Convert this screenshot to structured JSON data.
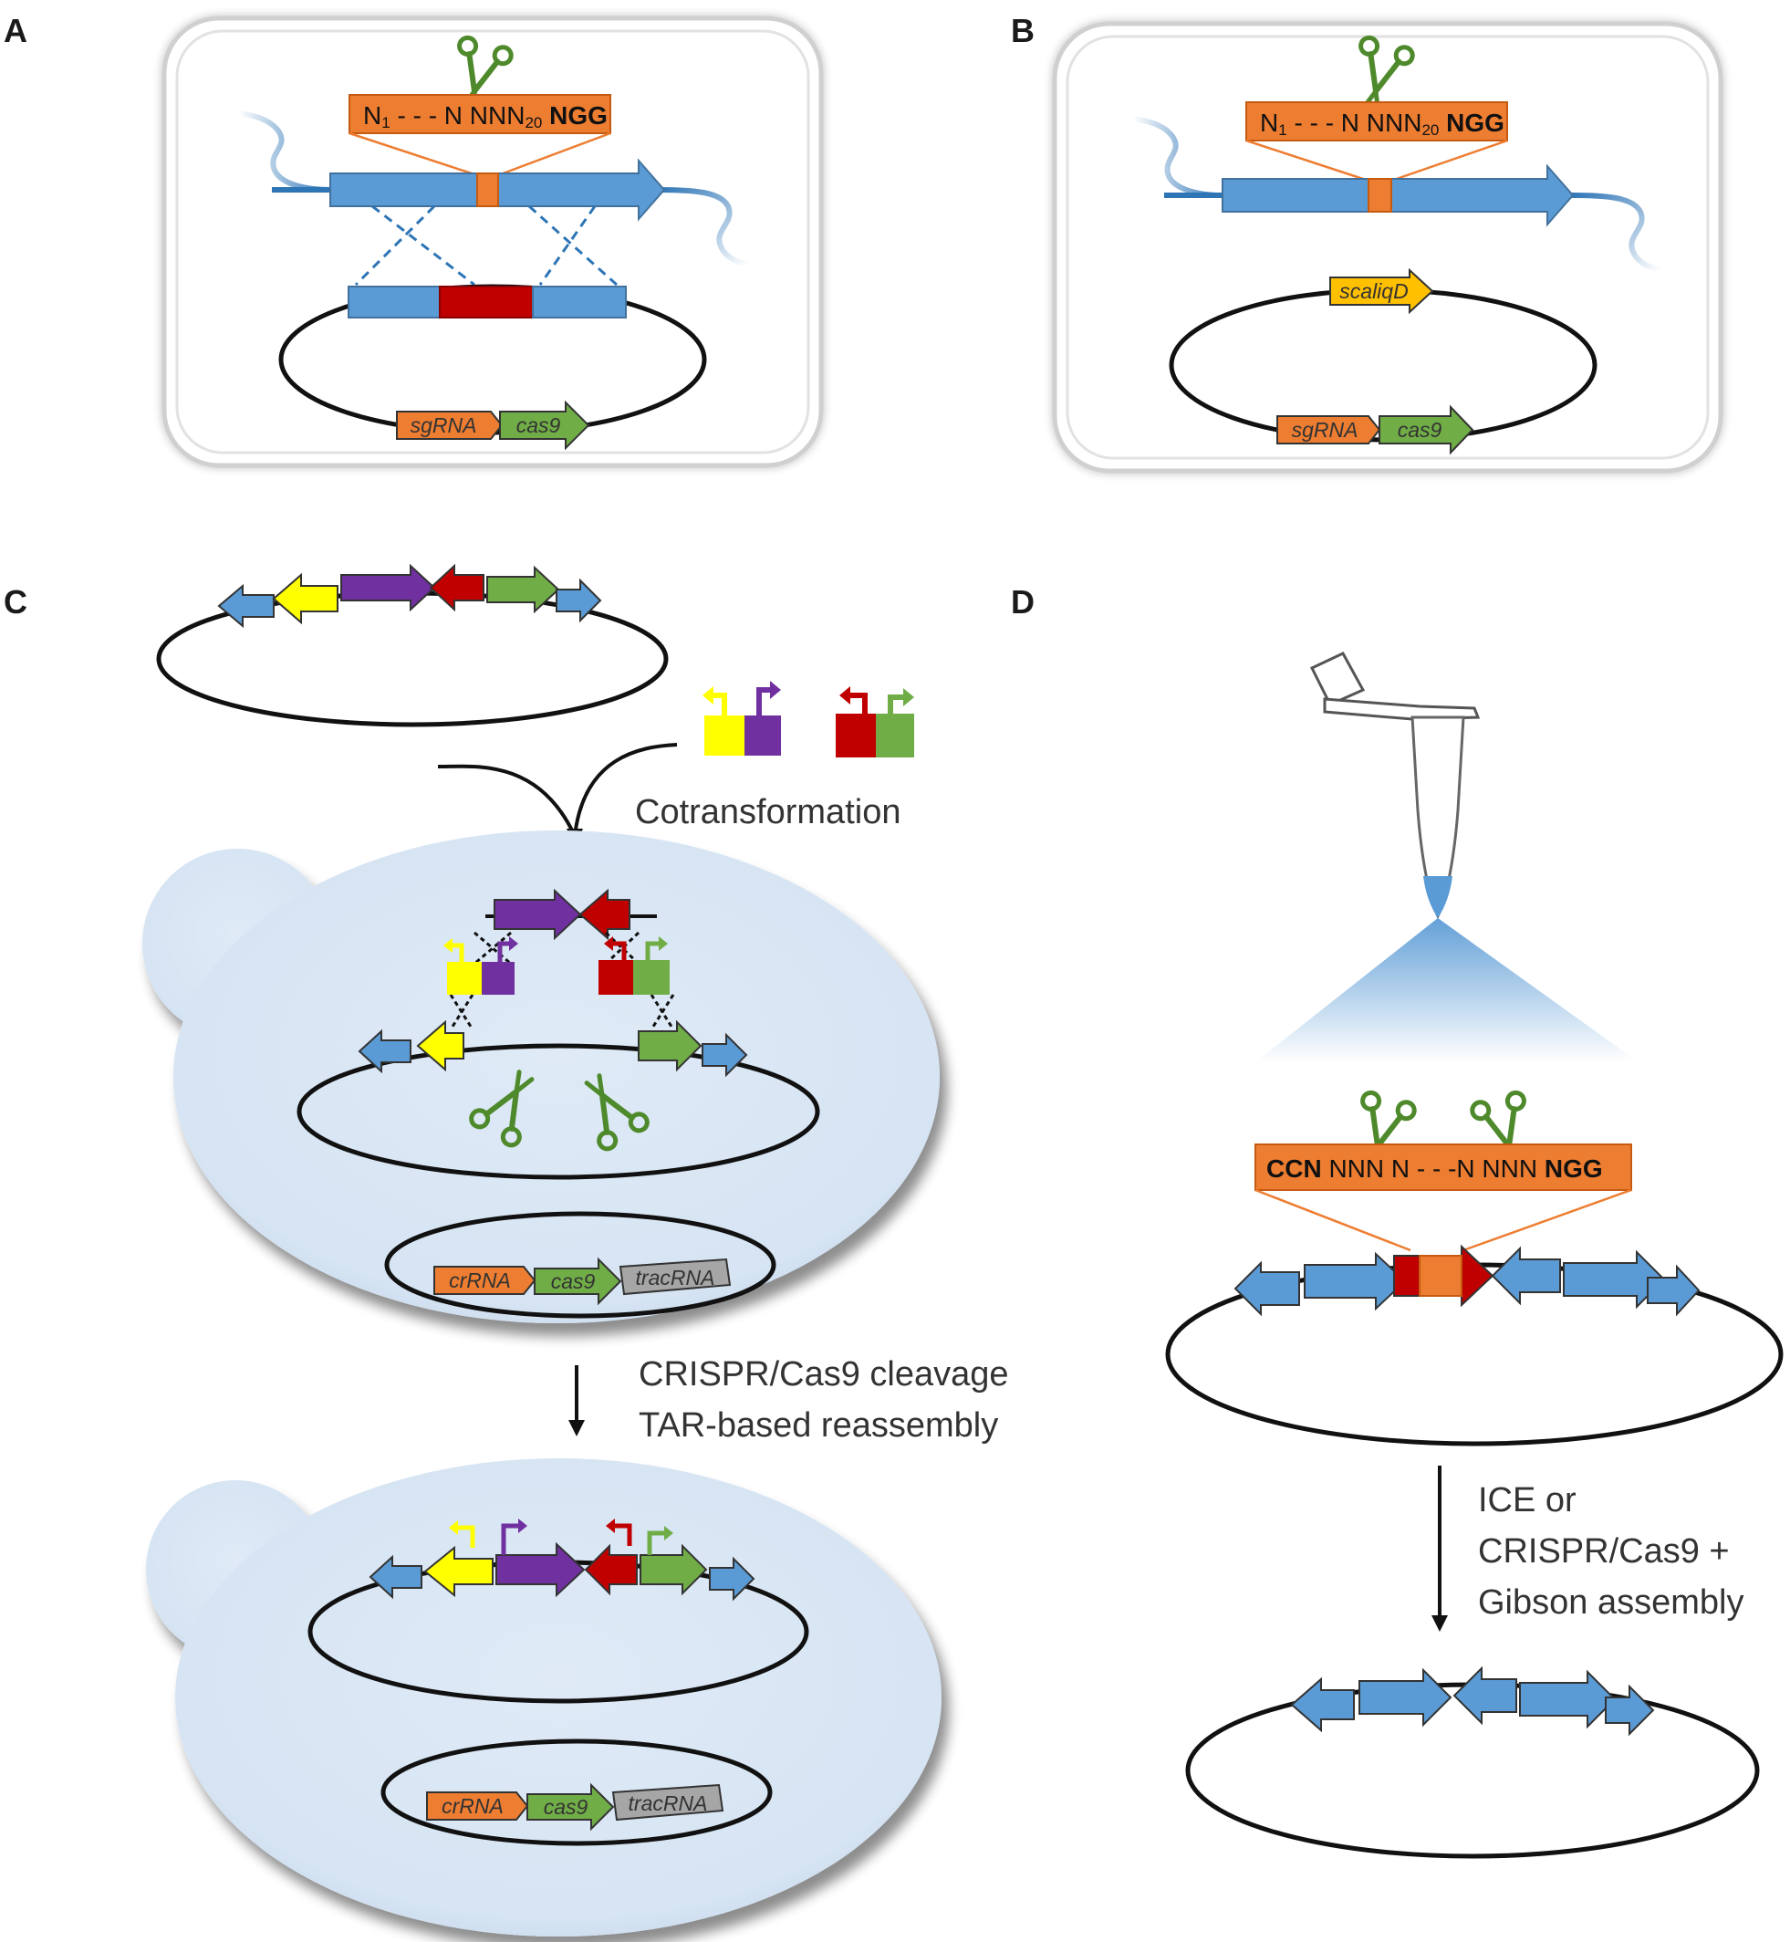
{
  "panels": {
    "A": {
      "label": "A",
      "target_sequence": {
        "prefix": "N",
        "sub1": "1",
        "mid": " - - - N NNN",
        "sub2": "20",
        "suffix": "NGG"
      },
      "genes": {
        "sgrna": "sgRNA",
        "cas9": "cas9"
      }
    },
    "B": {
      "label": "B",
      "target_sequence": {
        "prefix": "N",
        "sub1": "1",
        "mid": " - - - N NNN",
        "sub2": "20",
        "suffix": "NGG"
      },
      "genes": {
        "scaliqd": "scaliqD",
        "sgrna": "sgRNA",
        "cas9": "cas9"
      }
    },
    "C": {
      "label": "C",
      "step1": "Cotransformation",
      "step2_line1": "CRISPR/Cas9 cleavage",
      "step2_line2": "TAR-based reassembly",
      "genes": {
        "crrna": "crRNA",
        "cas9": "cas9",
        "tracrna": "tracRNA"
      }
    },
    "D": {
      "label": "D",
      "target_sequence": {
        "bold_prefix": "CCN",
        "mid": " NNN N - - -N NNN ",
        "bold_suffix": "NGG"
      },
      "step_line1": "ICE or",
      "step_line2": "CRISPR/Cas9 +",
      "step_line3": "Gibson assembly"
    }
  },
  "colors": {
    "blue_gene": "#5b9bd5",
    "orange": "#ed7d31",
    "red": "#c00000",
    "yellow": "#ffff00",
    "purple": "#7030a0",
    "green": "#70ad47",
    "dark_green": "#4e9a2c",
    "gold": "#ffc000",
    "gray": "#a6a6a6",
    "cell": "#dde9f5",
    "scissors": "#4e8a2c"
  }
}
